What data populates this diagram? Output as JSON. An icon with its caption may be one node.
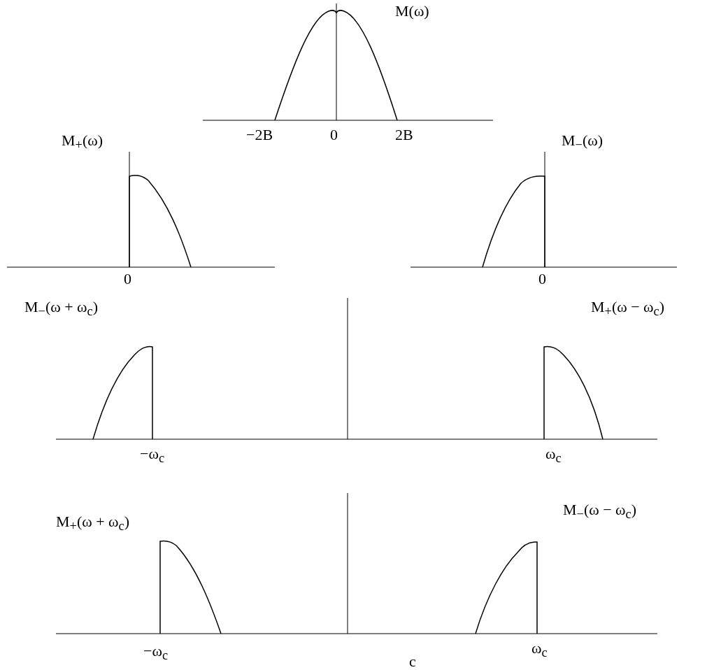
{
  "diagram": {
    "labels": [
      "M(ω)",
      "−2B",
      "0",
      "2B",
      "M$_{+}$(ω)",
      "0",
      "M$_{−}$(ω)",
      "0",
      "M$_{−}$(ω + ω$_{c}$)",
      "M$_{+}$(ω − ω$_{c}$)",
      "−ω$_{c}$",
      "ω$_{c}$",
      "M$_{+}$(ω + ω$_{c}$)",
      "M$_{−}$(ω − ω$_{c}$)",
      "−ω$_{c}$",
      "ω$_{c}$",
      "c"
    ]
  }
}
